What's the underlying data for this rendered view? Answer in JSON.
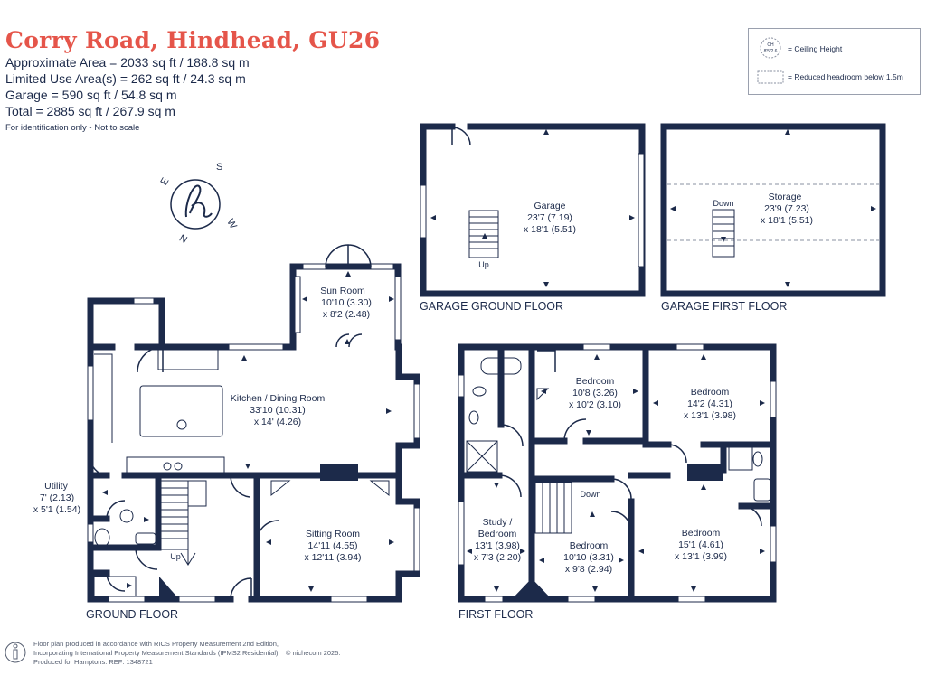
{
  "header": {
    "title": "Corry Road, Hindhead, GU26",
    "approx_area": "Approximate Area = 2033 sq ft / 188.8 sq m",
    "limited_use": "Limited Use Area(s) = 262 sq ft / 24.3 sq m",
    "garage_area": "Garage = 590 sq ft / 54.8 sq m",
    "total_area": "Total = 2885 sq ft / 267.9 sq m",
    "disclaimer": "For identification only - Not to scale"
  },
  "legend": {
    "ceiling_badge_top": "CH",
    "ceiling_badge_value": "8'5/2.6",
    "ceiling_label": "= Ceiling Height",
    "reduced_label": "= Reduced headroom below 1.5m"
  },
  "compass": {
    "n": "N",
    "s": "S",
    "e": "E",
    "w": "W"
  },
  "floors": {
    "ground": "GROUND FLOOR",
    "first": "FIRST FLOOR",
    "garage_ground": "GARAGE GROUND FLOOR",
    "garage_first": "GARAGE FIRST FLOOR"
  },
  "rooms": {
    "sun_room": {
      "name": "Sun Room",
      "d1": "10'10 (3.30)",
      "d2": "x 8'2 (2.48)"
    },
    "kitchen": {
      "name": "Kitchen / Dining Room",
      "d1": "33'10 (10.31)",
      "d2": "x 14' (4.26)"
    },
    "utility": {
      "name": "Utility",
      "d1": "7' (2.13)",
      "d2": "x 5'1 (1.54)"
    },
    "sitting": {
      "name": "Sitting Room",
      "d1": "14'11 (4.55)",
      "d2": "x 12'11 (3.94)"
    },
    "garage": {
      "name": "Garage",
      "d1": "23'7 (7.19)",
      "d2": "x 18'1 (5.51)"
    },
    "storage": {
      "name": "Storage",
      "d1": "23'9 (7.23)",
      "d2": "x 18'1 (5.51)"
    },
    "bed1": {
      "name": "Bedroom",
      "d1": "10'8 (3.26)",
      "d2": "x 10'2 (3.10)"
    },
    "bed2": {
      "name": "Bedroom",
      "d1": "14'2 (4.31)",
      "d2": "x 13'1 (3.98)"
    },
    "bed3": {
      "name": "Bedroom",
      "d1": "10'10 (3.31)",
      "d2": "x 9'8 (2.94)"
    },
    "bed4": {
      "name": "Bedroom",
      "d1": "15'1 (4.61)",
      "d2": "x 13'1 (3.99)"
    },
    "study": {
      "name1": "Study /",
      "name2": "Bedroom",
      "d1": "13'1 (3.98)",
      "d2": "x 7'3 (2.20)"
    }
  },
  "stairs": {
    "up_ground": "Up",
    "up_garage": "Up",
    "down_storage": "Down",
    "down_first": "Down"
  },
  "footer": {
    "line1": "Floor plan produced in accordance with RICS Property Measurement 2nd Edition,",
    "line2": "Incorporating International Property Measurement Standards (IPMS2 Residential).",
    "copyright": "© nichecom 2025.",
    "line3": "Produced for Hamptons.   REF:  1348721"
  },
  "colors": {
    "wall": "#1c2a4a",
    "accent": "#e5554a"
  }
}
